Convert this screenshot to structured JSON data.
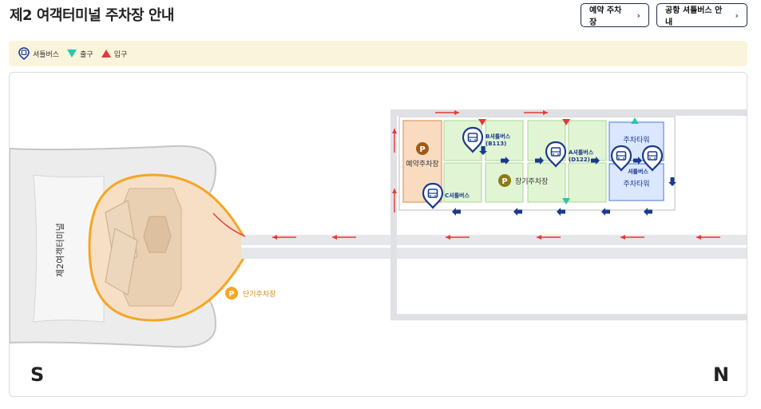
{
  "header": {
    "title": "제2 여객터미널 주차장 안내",
    "buttons": [
      {
        "label": "예약 주차장",
        "icon": "chevron-right-icon"
      },
      {
        "label": "공항 셔틀버스 안내",
        "icon": "chevron-right-icon"
      }
    ]
  },
  "legend": {
    "items": [
      {
        "label": "셔틀버스",
        "icon": "bus-stop-icon",
        "color": "#1a3a8c"
      },
      {
        "label": "출구",
        "icon": "exit-triangle-icon",
        "color": "#26c6b0"
      },
      {
        "label": "입구",
        "icon": "entrance-triangle-icon",
        "color": "#e53935"
      }
    ]
  },
  "map": {
    "terminal_label": "제2여객터미널",
    "short_term_parking": "단기주차장",
    "reserved_parking": "예약주차장",
    "long_term_parking": "장기주차장",
    "parking_tower_top": "주차타워",
    "parking_tower_bottom": "주차타워",
    "parking_marker": "P",
    "shuttle_b": "B셔틀버스",
    "shuttle_b_code": "(B113)",
    "shuttle_a": "A셔틀버스",
    "shuttle_a_code": "(D122)",
    "shuttle_c": "C셔틀버스",
    "shuttle_tower": "셔틀버스",
    "compass_south": "S",
    "compass_north": "N"
  },
  "colors": {
    "accent_navy": "#1b2a4a",
    "legend_bg": "#fbf4dc",
    "entrance_red": "#e53935",
    "exit_teal": "#26c6b0",
    "shuttle_blue": "#1a3a8c",
    "reserved_fill": "#f9dcc0",
    "long_term_fill": "#e1f5d4",
    "tower_fill": "#dbe7ff",
    "short_term_orange": "#f5a623"
  }
}
